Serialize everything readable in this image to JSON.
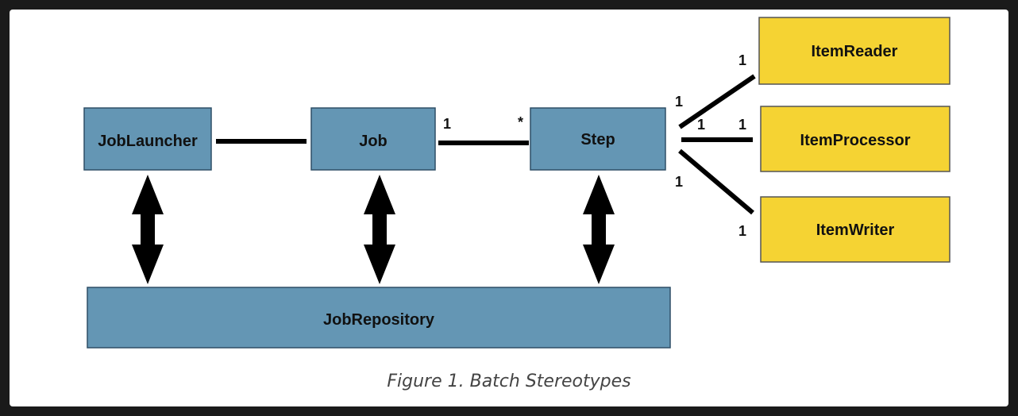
{
  "diagram": {
    "boxes": {
      "job_launcher": "JobLauncher",
      "job": "Job",
      "step": "Step",
      "job_repository": "JobRepository",
      "item_reader": "ItemReader",
      "item_processor": "ItemProcessor",
      "item_writer": "ItemWriter"
    },
    "multiplicities": {
      "job_side": "1",
      "step_side": "*",
      "step_reader": "1",
      "reader_side": "1",
      "step_processor": "1",
      "processor_side": "1",
      "step_writer": "1",
      "writer_side": "1"
    },
    "colors": {
      "blue_box": "#6496b4",
      "yellow_box": "#f5d333",
      "frame": "#1a1a1a"
    }
  },
  "caption": "Figure 1. Batch Stereotypes"
}
